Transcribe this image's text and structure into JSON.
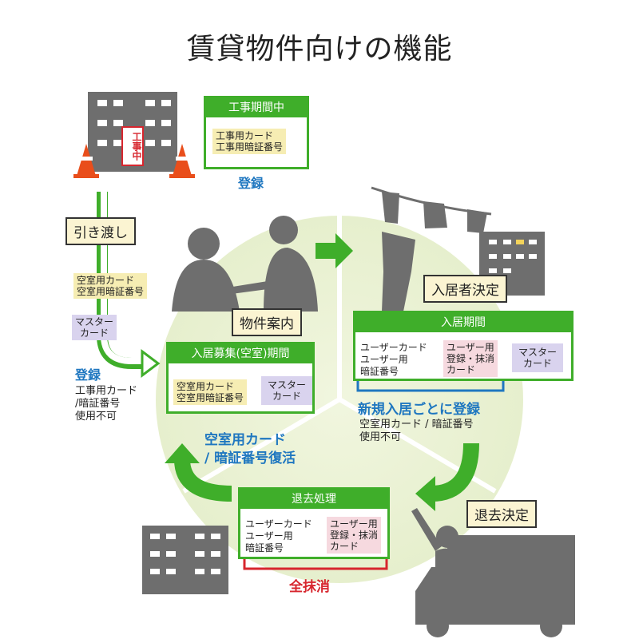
{
  "title": "賃貸物件向けの機能",
  "construction": {
    "sign": "工事中",
    "box_header": "工事期間中",
    "card_line1": "工事用カード",
    "card_line2": "工事用暗証番号",
    "register": "登録"
  },
  "handover": {
    "label": "引き渡し",
    "note1_line1": "空室用カード",
    "note1_line2": "空室用暗証番号",
    "note2_line1": "マスター",
    "note2_line2": "カード",
    "register": "登録",
    "disabled_line1": "工事用カード",
    "disabled_line2": "/暗証番号",
    "disabled_line3": "使用不可"
  },
  "showing": {
    "label": "物件案内"
  },
  "vacancy": {
    "header": "入居募集(空室)期間",
    "card_line1": "空室用カード",
    "card_line2": "空室用暗証番号",
    "master_line1": "マスター",
    "master_line2": "カード"
  },
  "move_in": {
    "label": "入居者決定",
    "header": "入居期間",
    "user_card": "ユーザーカード",
    "user_pin_line1": "ユーザー用",
    "user_pin_line2": "暗証番号",
    "reg_line1": "ユーザー用",
    "reg_line2": "登録・抹消",
    "reg_line3": "カード",
    "master_line1": "マスター",
    "master_line2": "カード",
    "caption": "新規入居ごとに登録",
    "sub_line1": "空室用カード / 暗証番号",
    "sub_line2": "使用不可"
  },
  "move_out": {
    "label": "退去決定",
    "header": "退去処理",
    "user_card": "ユーザーカード",
    "user_pin_line1": "ユーザー用",
    "user_pin_line2": "暗証番号",
    "reg_line1": "ユーザー用",
    "reg_line2": "登録・抹消",
    "reg_line3": "カード",
    "erase": "全抹消"
  },
  "restore": {
    "line1": "空室用カード",
    "line2": "/ 暗証番号復活"
  },
  "colors": {
    "green": "#3fae2a",
    "blue": "#1f77c0",
    "red": "#d7262e",
    "gray": "#6e6e6e"
  }
}
